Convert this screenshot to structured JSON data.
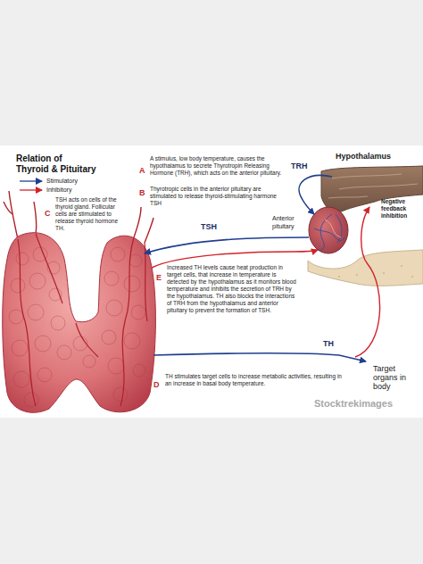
{
  "diagram": {
    "title": "Relation of Thyroid & Pituitary",
    "labels": [
      "A",
      "A stimulus, low body temperature, causes the hypothalamus to secrete Thyrotropin Releasing Hormone (TRH), which acts on the anterior pituitary.",
      "B",
      "Thyrotropic cells in the anterior pituitary are stimulated to release thyroid-stimulating harmone TSH",
      "Hypothalamus",
      "TRH",
      "C",
      "TSH acts on cells of the thyroid gland. Follicular cells are stimulated to release thyroid hormone TH.",
      "Anterior pituitary",
      "Negative feedback inhibition",
      "TSH",
      "E",
      "Increased TH levels cause heat production in target cells, that increase in temperature is detected by the hypothalamus as it monitors blood temperature and inhibits the secretion of TRH by the hypothalamus. TH also blocks the interactions of TRH from the hypothalamus and anterior pituitary to prevent the formation of TSH.",
      "TH",
      "Target organs in body",
      "D",
      "TH stimulates target cells to increase metabolic activities, resulting in an increase in basal body temperature.",
      "Stocktrekimages"
    ],
    "legend": [
      {
        "text": "Stimulatory"
      },
      {
        "text": "Inhibitory"
      }
    ]
  }
}
